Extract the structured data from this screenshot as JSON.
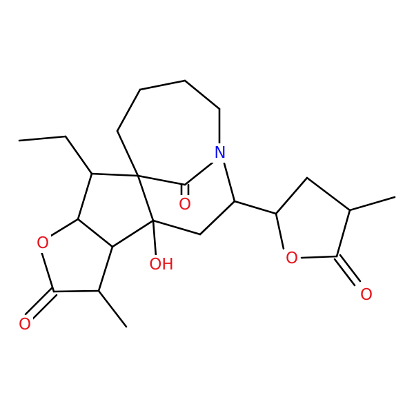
{
  "molecule": {
    "atom_labels": [
      {
        "id": "N1",
        "text": "N",
        "color": "#1010ee"
      },
      {
        "id": "O1",
        "text": "O",
        "color": "#e8141c"
      },
      {
        "id": "O2",
        "text": "O",
        "color": "#e8141c"
      },
      {
        "id": "OH1",
        "text": "OH",
        "color": "#e8141c"
      },
      {
        "id": "O3",
        "text": "O",
        "color": "#e8141c"
      },
      {
        "id": "O4",
        "text": "O",
        "color": "#e8141c"
      },
      {
        "id": "O5",
        "text": "O",
        "color": "#e8141c"
      }
    ],
    "bond_color": "#000000",
    "background": "#ffffff"
  }
}
